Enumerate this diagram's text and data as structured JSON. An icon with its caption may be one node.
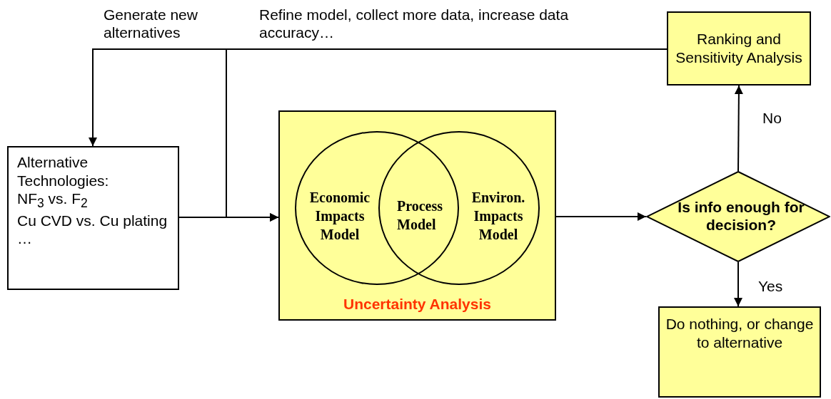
{
  "diagram": {
    "nodes": [
      {
        "text": [
          "Alternative Technologies:",
          "NF$_{3}$ vs. F$_{2}$",
          "Cu CVD vs. Cu plating",
          "…"
        ]
      },
      {
        "text": [
          "Uncertainty Analysis"
        ]
      },
      {
        "text": [
          "Economic Impacts Model"
        ],
        "in": 1
      },
      {
        "text": [
          "Environ. Impacts Model"
        ],
        "in": 1
      },
      {
        "text": [
          "Is info enough for decision?"
        ]
      },
      {
        "text": [
          "Ranking and Sensitivity Analysis"
        ]
      },
      {
        "text": [
          "Do nothing, or change to alternative"
        ]
      }
    ],
    "edges": [
      {
        "from": 5,
        "to": 0,
        "arrow": "to",
        "label": "Generate new alternatives"
      },
      {
        "from": 5,
        "to": 1,
        "arrow": "to",
        "label": "Refine model, collect more data, increase data accuracy…"
      },
      {
        "from": 0,
        "to": 1,
        "arrow": "to"
      },
      {
        "from": 1,
        "to": 4,
        "arrow": "to"
      },
      {
        "from": 4,
        "to": 5,
        "arrow": "to",
        "label": "No"
      },
      {
        "from": 4,
        "to": 6,
        "arrow": "to",
        "label": "Yes"
      }
    ],
    "labels": [
      "Process Model"
    ]
  }
}
